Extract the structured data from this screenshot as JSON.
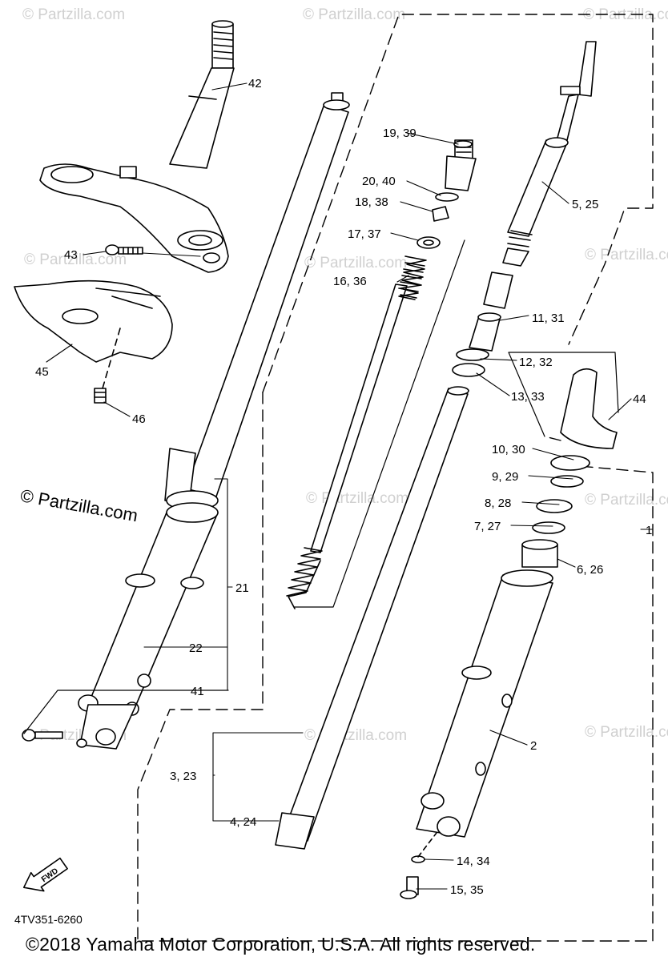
{
  "watermark": {
    "small": "© Partzilla.com",
    "large": "© Partzilla.com"
  },
  "fwd_label": "FWD",
  "diagram_code": "4TV351-6260",
  "copyright": "©2018  Yamaha Motor Corporation, U.S.A. All rights reserved.",
  "labels": {
    "p42": "42",
    "p43": "43",
    "p45": "45",
    "p46": "46",
    "p19_39": "19, 39",
    "p20_40": "20, 40",
    "p18_38": "18, 38",
    "p17_37": "17, 37",
    "p16_36": "16, 36",
    "p5_25": "5, 25",
    "p11_31": "11, 31",
    "p12_32": "12, 32",
    "p13_33": "13, 33",
    "p44": "44",
    "p10_30": "10, 30",
    "p9_29": "9, 29",
    "p8_28": "8, 28",
    "p7_27": "7, 27",
    "p6_26": "6, 26",
    "p1": "1",
    "p21": "21",
    "p22": "22",
    "p41": "41",
    "p2": "2",
    "p3_23": "3, 23",
    "p4_24": "4, 24",
    "p14_34": "14, 34",
    "p15_35": "15, 35"
  }
}
